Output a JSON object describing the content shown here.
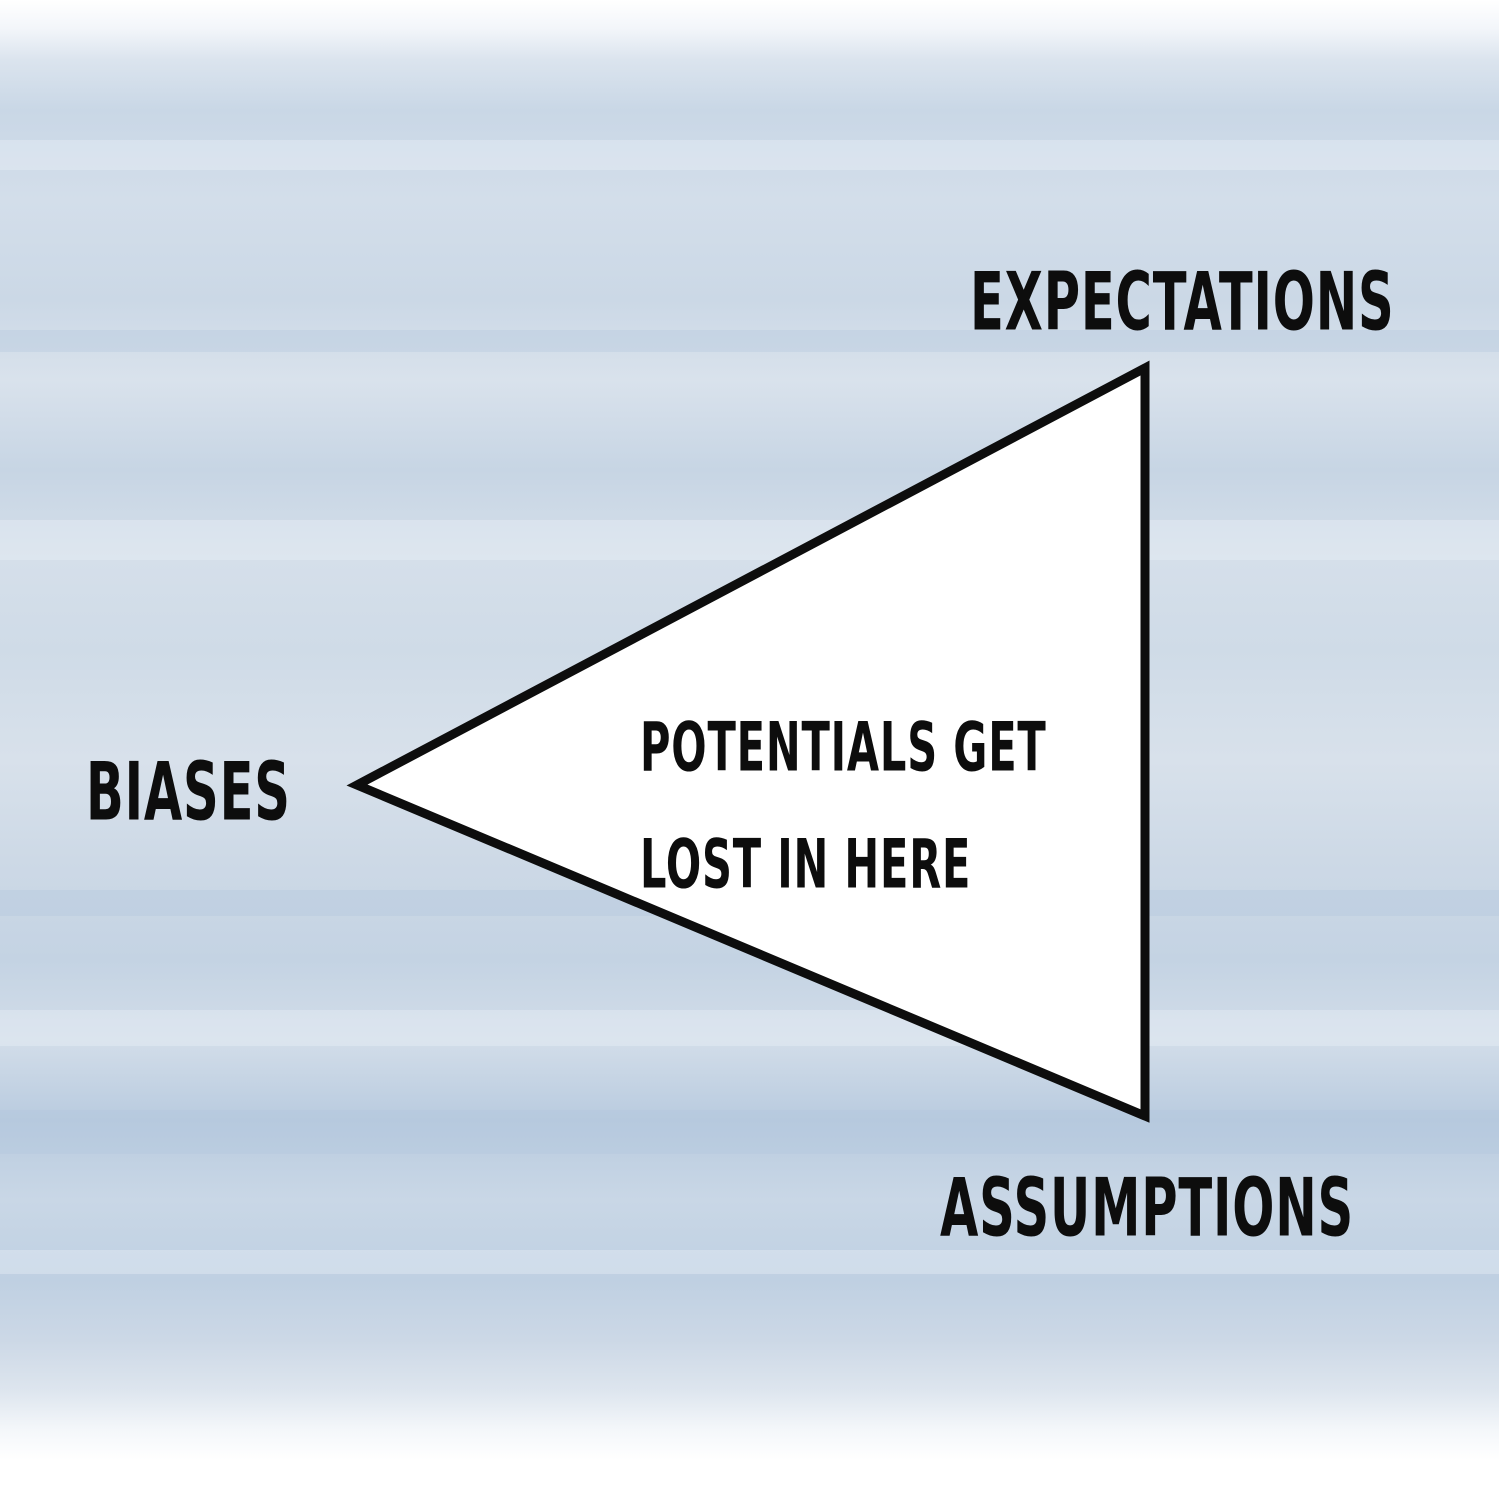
{
  "diagram": {
    "top_label": "EXPECTATIONS",
    "left_label": "BIASES",
    "bottom_label": "ASSUMPTIONS",
    "center_text": {
      "line1": "POTENTIALS GET",
      "line2": "LOST IN HERE"
    }
  },
  "colors": {
    "background": "#cfdbe7",
    "triangle_fill": "#ffffff",
    "triangle_stroke": "#0d0d0d",
    "text": "#0d0d0d"
  }
}
